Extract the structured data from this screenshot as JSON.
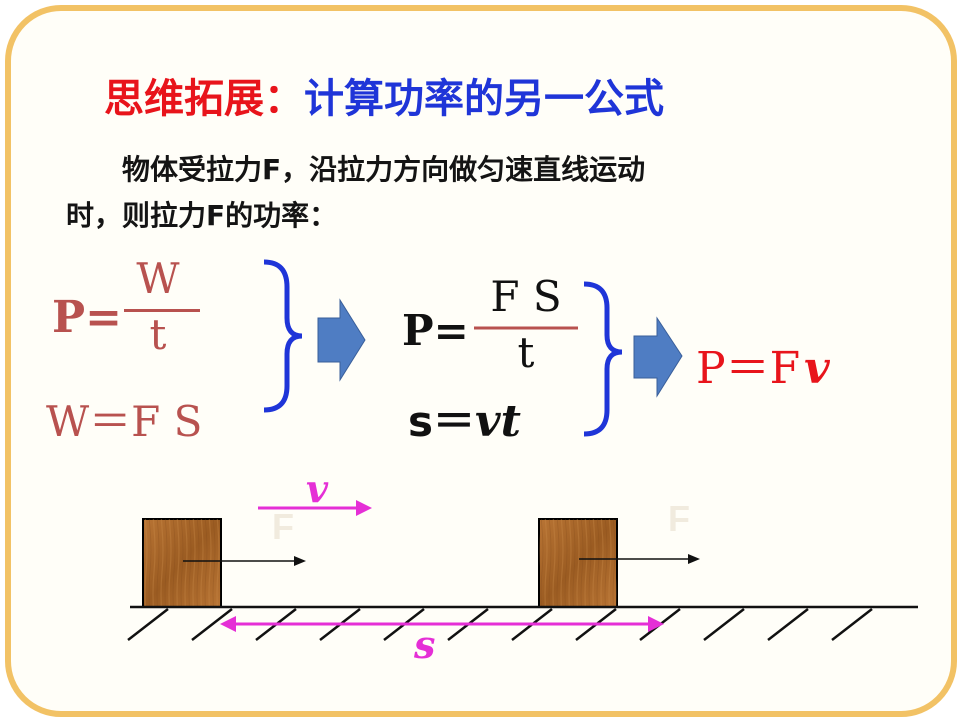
{
  "title": {
    "part1": "思维拓展：",
    "part2": "计算功率的另一公式"
  },
  "intro": {
    "line1": "物体受拉力F，沿拉力方向做匀速直线运动",
    "line2": "时，则拉力F的功率："
  },
  "left_formulas": {
    "p_lhs": "P=",
    "numerator": "W",
    "denominator": "t",
    "work": "W＝F S"
  },
  "mid_formulas": {
    "p_lhs": "P=",
    "numerator": "F S",
    "denominator": "t",
    "s_lhs": "s＝",
    "s_rhs": "vt"
  },
  "result": {
    "lhs": "P＝F",
    "v": "v"
  },
  "diagram": {
    "velocity_label": "v",
    "force_label_left": "F",
    "force_label_right": "F",
    "distance_label": "s"
  },
  "colors": {
    "red": "#e8141b",
    "blue": "#1f35d8",
    "mauve": "#b8524f",
    "magenta": "#e52fd6",
    "arrow": "#4f7dc3",
    "frame": "#f2c265"
  }
}
